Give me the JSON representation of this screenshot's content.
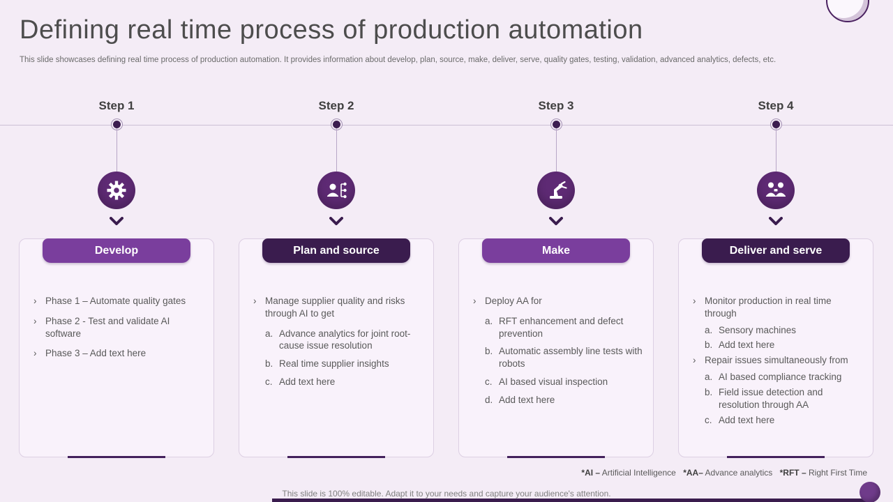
{
  "slide": {
    "title": "Defining real time process of production automation",
    "subtitle": "This slide showcases defining real time process of production automation. It provides information about develop, plan, source, make, deliver, serve, quality gates, testing, validation, advanced analytics, defects, etc.",
    "footer": "This slide is 100% editable. Adapt it to your needs and capture your audience's attention."
  },
  "steps": [
    {
      "label": "Step 1",
      "icon": "gear-head-icon"
    },
    {
      "label": "Step 2",
      "icon": "supplier-hierarchy-icon"
    },
    {
      "label": "Step 3",
      "icon": "robotic-arm-icon"
    },
    {
      "label": "Step 4",
      "icon": "people-handover-icon"
    }
  ],
  "cards": [
    {
      "header": "Develop",
      "header_color": "#7a3e9d",
      "items": [
        {
          "marker": "›",
          "text": "Phase 1 – Automate quality gates"
        },
        {
          "marker": "›",
          "text": "Phase 2 - Test and validate AI software"
        },
        {
          "marker": "›",
          "text": "Phase 3 – Add text here"
        }
      ]
    },
    {
      "header": "Plan and source",
      "header_color": "#3a1c4e",
      "items": [
        {
          "marker": "›",
          "text": "Manage supplier quality and risks through AI to get"
        },
        {
          "marker": "a.",
          "text": "Advance analytics for joint root-cause issue resolution"
        },
        {
          "marker": "b.",
          "text": "Real time supplier insights"
        },
        {
          "marker": "c.",
          "text": "Add text here"
        }
      ]
    },
    {
      "header": "Make",
      "header_color": "#7a3e9d",
      "items": [
        {
          "marker": "›",
          "text": "Deploy AA for"
        },
        {
          "marker": "a.",
          "text": "RFT enhancement and defect prevention"
        },
        {
          "marker": "b.",
          "text": "Automatic assembly line tests with robots"
        },
        {
          "marker": "c.",
          "text": "AI based visual inspection"
        },
        {
          "marker": "d.",
          "text": "Add text here"
        }
      ]
    },
    {
      "header": "Deliver and serve",
      "header_color": "#3a1c4e",
      "items": [
        {
          "marker": "›",
          "text": "Monitor production in real time through"
        },
        {
          "marker": "a.",
          "text": "Sensory machines"
        },
        {
          "marker": "b.",
          "text": "Add text here"
        },
        {
          "marker": "›",
          "text": "Repair issues simultaneously from"
        },
        {
          "marker": "a.",
          "text": "AI based compliance tracking"
        },
        {
          "marker": "b.",
          "text": "Field issue detection and resolution through AA"
        },
        {
          "marker": "c.",
          "text": "Add text here"
        }
      ]
    }
  ],
  "footnote": {
    "parts": [
      {
        "prefix": "*AI –",
        "text": "Artificial Intelligence"
      },
      {
        "prefix": "*AA–",
        "text": "Advance analytics"
      },
      {
        "prefix": "*RFT –",
        "text": "Right First Time"
      }
    ]
  },
  "colors": {
    "background": "#f4ecf6",
    "card_background": "#f9f2fb",
    "accent_purple": "#7a3e9d",
    "dark_purple": "#3a1c4e",
    "icon_circle_purple": "#5e2a74",
    "body_text_gray": "#595959",
    "title_gray": "#4d4d4d"
  }
}
